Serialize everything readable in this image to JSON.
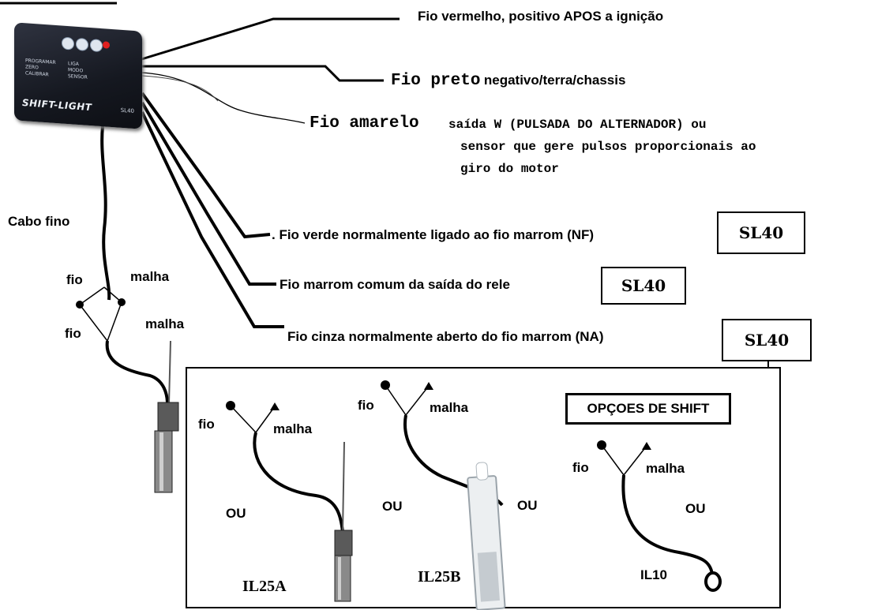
{
  "device": {
    "brand": "SHIFT-LIGHT",
    "side_mark": "SL40",
    "small_text": [
      "PROGRAMAR",
      "ZERO",
      "CALIBRAR",
      "LIGA",
      "MODO",
      "SENSOR"
    ]
  },
  "wires": {
    "red": "Fio vermelho, positivo APOS a ignição",
    "black_prefix": "Fio preto",
    "black_suffix": "negativo/terra/chassis",
    "yellow_prefix": "Fio amarelo",
    "yellow_line1": "saída W (PULSADA DO ALTERNADOR) ou",
    "yellow_line2": "sensor que gere pulsos proporcionais ao",
    "yellow_line3": "giro do motor",
    "green": ". Fio verde normalmente ligado ao fio marrom (NF)",
    "brown": "Fio marrom comum da saída do rele",
    "gray": "Fio cinza normalmente aberto do fio marrom (NA)"
  },
  "model_boxes": [
    "SL40",
    "SL40",
    "SL40"
  ],
  "cable": {
    "label": "Cabo fino",
    "fio_a": "fio",
    "malha_a": "malha",
    "fio_b": "fio",
    "malha_b": "malha"
  },
  "options": {
    "title": "OPÇOES DE SHIFT",
    "il25a": {
      "fio": "fio",
      "malha": "malha",
      "ou": "OU",
      "name": "IL25A"
    },
    "il25b": {
      "fio": "fio",
      "malha": "malha",
      "ou": "OU",
      "name": "IL25B"
    },
    "il10": {
      "fio": "fio",
      "malha": "malha",
      "ou": "OU",
      "name": "IL10"
    }
  }
}
